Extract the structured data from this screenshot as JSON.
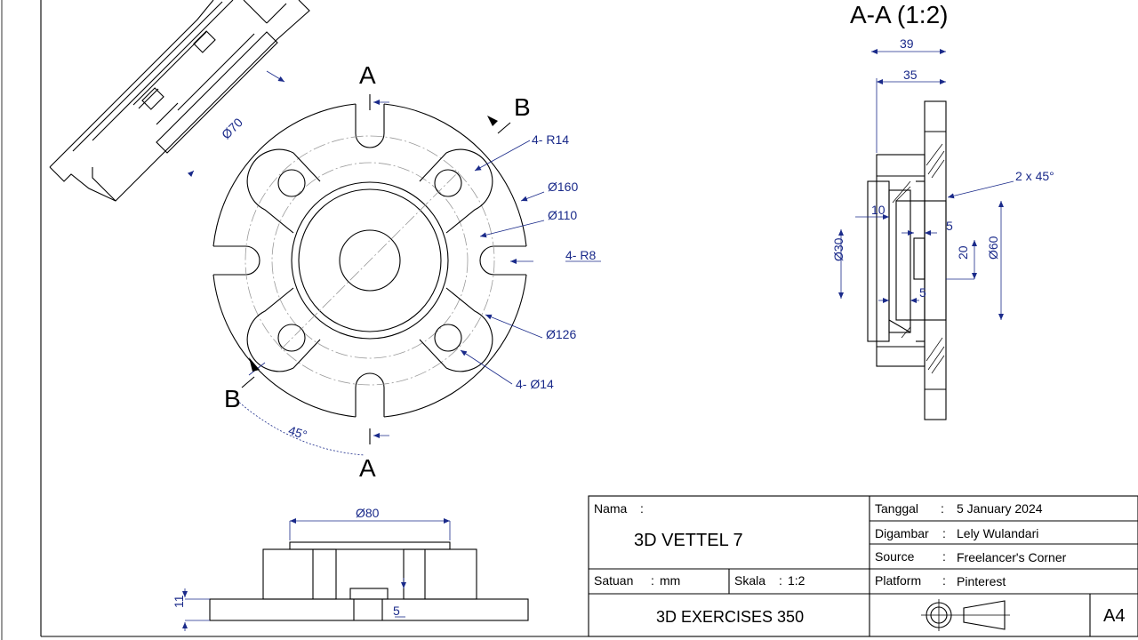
{
  "views": {
    "section_label": "A-A (1:2)",
    "cut_a": "A",
    "cut_b": "B"
  },
  "dims": {
    "d70": "Ø70",
    "r14": "4- R14",
    "d160": "Ø160",
    "d110": "Ø110",
    "r8": "4- R8",
    "d126": "Ø126",
    "h14": "4- Ø14",
    "ang45": "45°",
    "d80": "Ø80",
    "t11": "11",
    "t5b": "5",
    "s39": "39",
    "s35": "35",
    "chamfer": "2 x 45°",
    "s10": "10",
    "s5a": "5",
    "d30": "Ø30",
    "s20": "20",
    "d60": "Ø60",
    "s5b": "5"
  },
  "title_block": {
    "nama_label": "Nama",
    "colon": ":",
    "name": "3D VETTEL 7",
    "satuan_label": "Satuan",
    "satuan_value": "mm",
    "skala_label": "Skala",
    "skala_value": "1:2",
    "exercise": "3D EXERCISES 350",
    "tanggal_label": "Tanggal",
    "tanggal_value": "5 January 2024",
    "digambar_label": "Digambar",
    "digambar_value": "Lely Wulandari",
    "source_label": "Source",
    "source_value": "Freelancer's Corner",
    "platform_label": "Platform",
    "platform_value": "Pinterest",
    "sheet_size": "A4"
  }
}
